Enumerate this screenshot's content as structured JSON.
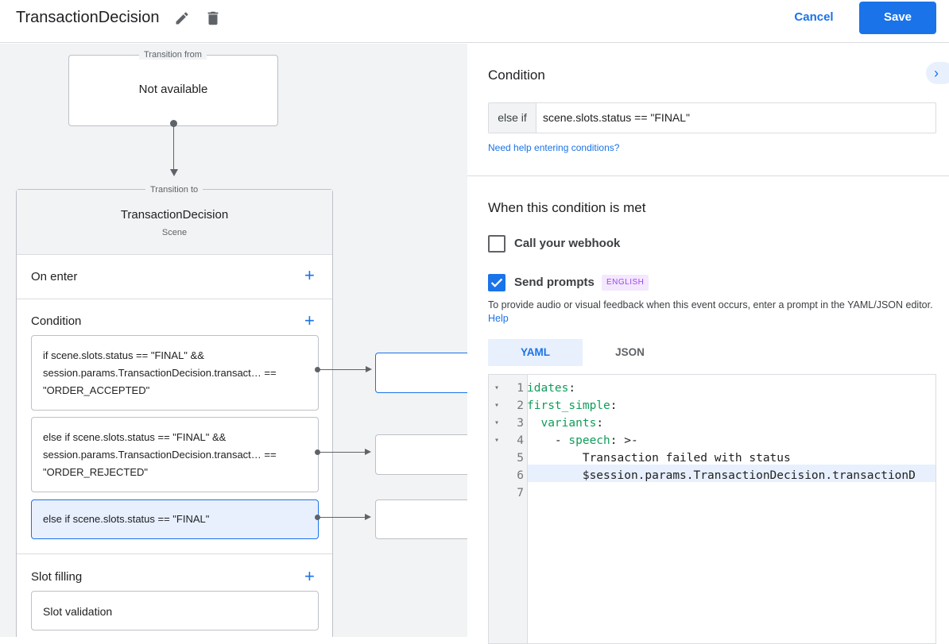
{
  "header": {
    "title": "TransactionDecision",
    "cancel_label": "Cancel",
    "save_label": "Save"
  },
  "canvas": {
    "transition_from_legend": "Transition from",
    "transition_from_value": "Not available",
    "transition_to_legend": "Transition to",
    "scene_name": "TransactionDecision",
    "scene_type": "Scene",
    "on_enter_label": "On enter",
    "condition_label": "Condition",
    "slot_filling_label": "Slot filling",
    "conditions": [
      {
        "text": "if scene.slots.status == \"FINAL\" && session.params.TransactionDecision.transact… == \"ORDER_ACCEPTED\""
      },
      {
        "text": "else if scene.slots.status == \"FINAL\" && session.params.TransactionDecision.transact… == \"ORDER_REJECTED\""
      },
      {
        "text": "else if scene.slots.status == \"FINAL\""
      }
    ],
    "slot_validation_label": "Slot validation"
  },
  "panel": {
    "condition_title": "Condition",
    "condition_prefix": "else if",
    "condition_value": "scene.slots.status == \"FINAL\"",
    "help_link": "Need help entering conditions?",
    "met_title": "When this condition is met",
    "webhook_label": "Call your webhook",
    "webhook_checked": false,
    "prompts_label": "Send prompts",
    "prompts_checked": true,
    "language_badge": "ENGLISH",
    "description": "To provide audio or visual feedback when this event occurs, enter a prompt in the YAML/JSON editor.",
    "help_label": "Help",
    "tabs": [
      {
        "label": "YAML",
        "active": true
      },
      {
        "label": "JSON",
        "active": false
      }
    ],
    "code_lines": [
      {
        "n": "1",
        "key": "idates",
        "rest": ":"
      },
      {
        "n": "2",
        "key": "first_simple",
        "rest": ":"
      },
      {
        "n": "3",
        "pre": "  ",
        "key": "variants",
        "rest": ":"
      },
      {
        "n": "4",
        "pre": "    - ",
        "key": "speech",
        "rest": ": >-"
      },
      {
        "n": "5",
        "pre": "        ",
        "text": "Transaction failed with status"
      },
      {
        "n": "6",
        "pre": "        ",
        "text": "$session.params.TransactionDecision.transactionD"
      },
      {
        "n": "7",
        "text": ""
      }
    ]
  },
  "colors": {
    "accent": "#1a73e8",
    "selected_bg": "#e8f0fe",
    "badge_bg": "#f3e8fd",
    "badge_text": "#a142f4",
    "yaml_key": "#0f9d58"
  }
}
